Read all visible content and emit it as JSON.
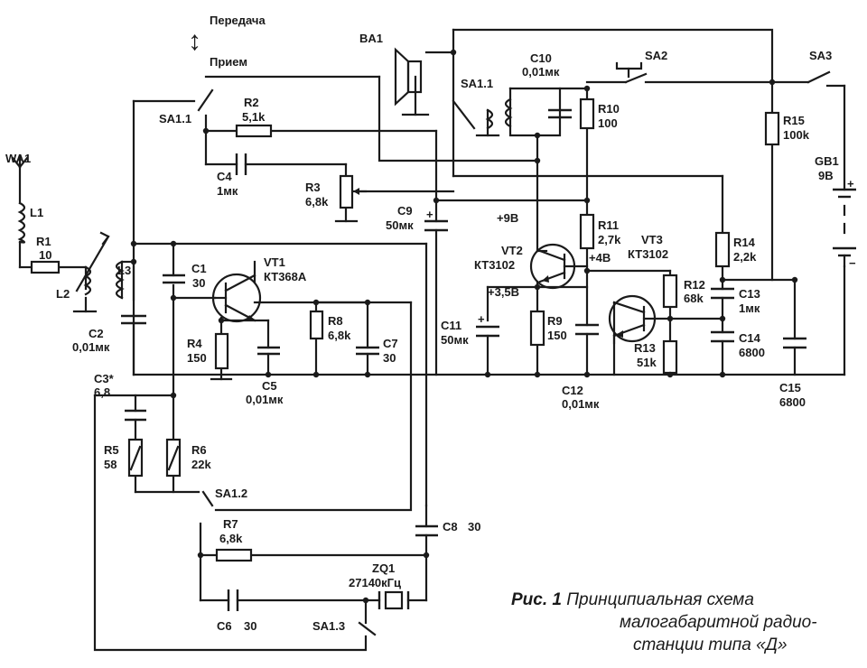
{
  "mode_switch": {
    "transmit": "Передача",
    "receive": "Прием",
    "arrow": "↕"
  },
  "labels": {
    "WA1": "WA1",
    "L1": "L1",
    "R1": "R1",
    "R1_val": "10",
    "L2": "L2",
    "L3": "L3",
    "C2": "C2",
    "C2_val": "0,01мк",
    "C1": "C1",
    "C1_val": "30",
    "VT1": "VT1",
    "VT1_type": "КТ368А",
    "R4": "R4",
    "R4_val": "150",
    "C5": "C5",
    "C5_val": "0,01мк",
    "R8": "R8",
    "R8_val": "6,8k",
    "C7": "C7",
    "C7_val": "30",
    "C3": "C3*",
    "C3_val": "6,8",
    "R5": "R5",
    "R5_val": "58",
    "R6": "R6",
    "R6_val": "22k",
    "SA1_1a": "SA1.1",
    "SA1_1b": "SA1.1",
    "SA1_2": "SA1.2",
    "SA1_3": "SA1.3",
    "R2": "R2",
    "R2_val": "5,1k",
    "C4": "C4",
    "C4_val": "1мк",
    "R3": "R3",
    "R3_val": "6,8k",
    "C9": "C9",
    "C9_val": "50мк",
    "BA1": "BA1",
    "C10": "C10",
    "C10_val": "0,01мк",
    "SA2": "SA2",
    "SA3": "SA3",
    "R10": "R10",
    "R10_val": "100",
    "R15": "R15",
    "R15_val": "100k",
    "GB1": "GB1",
    "GB1_val": "9В",
    "R11": "R11",
    "R11_val": "2,7k",
    "VT2": "VT2",
    "VT2_type": "КТ3102",
    "VT3": "VT3",
    "VT3_type": "КТ3102",
    "V9": "+9В",
    "V4": "+4В",
    "V35": "+3,5В",
    "R14": "R14",
    "R14_val": "2,2k",
    "R12": "R12",
    "R12_val": "68k",
    "C13": "C13",
    "C13_val": "1мк",
    "C11": "C11",
    "C11_val": "50мк",
    "R9": "R9",
    "R9_val": "150",
    "R13": "R13",
    "R13_val": "51k",
    "C14": "C14",
    "C14_val": "6800",
    "C12": "C12",
    "C12_val": "0,01мк",
    "C15": "C15",
    "C15_val": "6800",
    "C8": "C8",
    "C8_val": "30",
    "R7": "R7",
    "R7_val": "6,8k",
    "ZQ1": "ZQ1",
    "ZQ1_val": "27140кГц",
    "C6": "C6",
    "C6_val": "30"
  },
  "caption": {
    "fig": "Рис. 1",
    "line1": "Принципиальная схема",
    "line2": "малогабаритной радио-",
    "line3": "станции типа «Д»"
  }
}
